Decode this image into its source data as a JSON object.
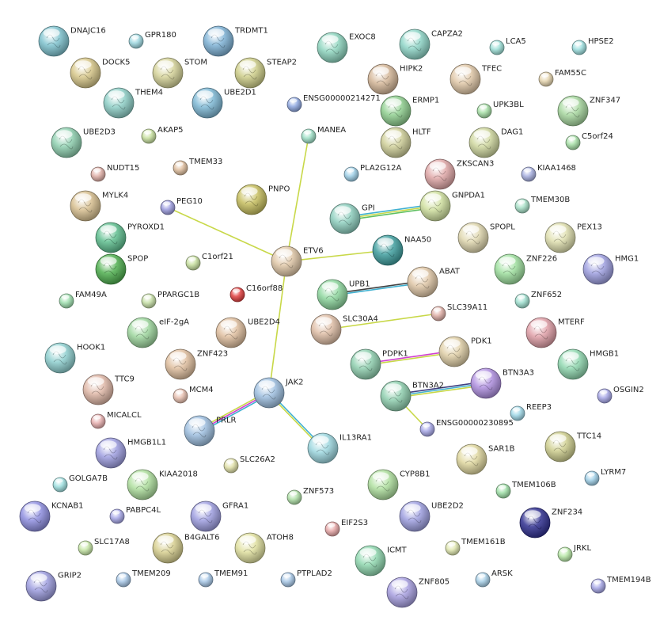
{
  "nodes": [
    {
      "id": "DNAJC16",
      "color": "#7fc3cf",
      "kind": "big"
    },
    {
      "id": "GPR180",
      "color": "#9fd8e0",
      "kind": "small"
    },
    {
      "id": "TRDMT1",
      "color": "#7fb3d6",
      "kind": "big"
    },
    {
      "id": "DOCK5",
      "color": "#d8c88a",
      "kind": "big"
    },
    {
      "id": "STOM",
      "color": "#d6d49a",
      "kind": "big"
    },
    {
      "id": "STEAP2",
      "color": "#cfcf8a",
      "kind": "big"
    },
    {
      "id": "THEM4",
      "color": "#8fd0c8",
      "kind": "big"
    },
    {
      "id": "UBE2D1",
      "color": "#7fb9d6",
      "kind": "big"
    },
    {
      "id": "EXOC8",
      "color": "#8fd6c0",
      "kind": "big"
    },
    {
      "id": "CAPZA2",
      "color": "#8fd6c8",
      "kind": "big"
    },
    {
      "id": "LCA5",
      "color": "#9fe0d8",
      "kind": "small"
    },
    {
      "id": "HPSE2",
      "color": "#9fe0e0",
      "kind": "small"
    },
    {
      "id": "HIPK2",
      "color": "#d6b89a",
      "kind": "big"
    },
    {
      "id": "TFEC",
      "color": "#e0c8a8",
      "kind": "big"
    },
    {
      "id": "FAM55C",
      "color": "#e6d6b0",
      "kind": "small"
    },
    {
      "id": "ENSG00000214271",
      "color": "#8fa8e0",
      "kind": "small"
    },
    {
      "id": "ERMP1",
      "color": "#90d090",
      "kind": "big"
    },
    {
      "id": "UPK3BL",
      "color": "#a8e0a8",
      "kind": "small"
    },
    {
      "id": "ZNF347",
      "color": "#a8d8a0",
      "kind": "big"
    },
    {
      "id": "UBE2D3",
      "color": "#8fd0b0",
      "kind": "big"
    },
    {
      "id": "AKAP5",
      "color": "#c8e0a0",
      "kind": "small"
    },
    {
      "id": "MANEA",
      "color": "#a0e0c8",
      "kind": "small"
    },
    {
      "id": "HLTF",
      "color": "#d0d09a",
      "kind": "big"
    },
    {
      "id": "DAG1",
      "color": "#d0d8a0",
      "kind": "big"
    },
    {
      "id": "C5orf24",
      "color": "#a8e0a8",
      "kind": "small"
    },
    {
      "id": "NUDT15",
      "color": "#e0b0a8",
      "kind": "small"
    },
    {
      "id": "TMEM33",
      "color": "#e0c0a0",
      "kind": "small"
    },
    {
      "id": "PLA2G12A",
      "color": "#9fd0e8",
      "kind": "small"
    },
    {
      "id": "ZKSCAN3",
      "color": "#e0a8a8",
      "kind": "big"
    },
    {
      "id": "KIAA1468",
      "color": "#a8b0e0",
      "kind": "small"
    },
    {
      "id": "MYLK4",
      "color": "#d8c090",
      "kind": "big"
    },
    {
      "id": "PNPO",
      "color": "#c8c060",
      "kind": "big"
    },
    {
      "id": "PEG10",
      "color": "#9f9fe0",
      "kind": "small"
    },
    {
      "id": "GPI",
      "color": "#8fd0c0",
      "kind": "big"
    },
    {
      "id": "GNPDA1",
      "color": "#d0e0a0",
      "kind": "big"
    },
    {
      "id": "TMEM30B",
      "color": "#a8e0c8",
      "kind": "small"
    },
    {
      "id": "PYROXD1",
      "color": "#60c090",
      "kind": "big"
    },
    {
      "id": "SPOPL",
      "color": "#e0d8b0",
      "kind": "big"
    },
    {
      "id": "PEX13",
      "color": "#e0e0b0",
      "kind": "big"
    },
    {
      "id": "SPOP",
      "color": "#50b050",
      "kind": "big"
    },
    {
      "id": "C1orf21",
      "color": "#c8e0a0",
      "kind": "small"
    },
    {
      "id": "ETV6",
      "color": "#e0c8a8",
      "kind": "big"
    },
    {
      "id": "NAA50",
      "color": "#40a0a0",
      "kind": "big"
    },
    {
      "id": "ZNF226",
      "color": "#a0e0a0",
      "kind": "big"
    },
    {
      "id": "HMG1",
      "color": "#9fa0e0",
      "kind": "big"
    },
    {
      "id": "C16orf88",
      "color": "#e04040",
      "kind": "small"
    },
    {
      "id": "UPB1",
      "color": "#8fd8a0",
      "kind": "big"
    },
    {
      "id": "ABAT",
      "color": "#e0c8a8",
      "kind": "big"
    },
    {
      "id": "ZNF652",
      "color": "#a0e0d0",
      "kind": "small"
    },
    {
      "id": "FAM49A",
      "color": "#a0e0b0",
      "kind": "small"
    },
    {
      "id": "PPARGC1B",
      "color": "#c8e0a8",
      "kind": "small"
    },
    {
      "id": "SLC39A11",
      "color": "#e0b0a8",
      "kind": "small"
    },
    {
      "id": "eIF-2gA",
      "color": "#a0d8a0",
      "kind": "big"
    },
    {
      "id": "UBE2D4",
      "color": "#e0c0a0",
      "kind": "big"
    },
    {
      "id": "SLC30A4",
      "color": "#e0c0a8",
      "kind": "big"
    },
    {
      "id": "MTERF",
      "color": "#e0a0a8",
      "kind": "big"
    },
    {
      "id": "HOOK1",
      "color": "#8fd0d0",
      "kind": "big"
    },
    {
      "id": "ZNF423",
      "color": "#e0c0a0",
      "kind": "big"
    },
    {
      "id": "PDK1",
      "color": "#e0d0a8",
      "kind": "big"
    },
    {
      "id": "PDPK1",
      "color": "#90d0b0",
      "kind": "big"
    },
    {
      "id": "HMGB1",
      "color": "#90d8b0",
      "kind": "big"
    },
    {
      "id": "TTC9",
      "color": "#e0b8a8",
      "kind": "big"
    },
    {
      "id": "JAK2",
      "color": "#9fc0e0",
      "kind": "big"
    },
    {
      "id": "BTN3A3",
      "color": "#b090e0",
      "kind": "big"
    },
    {
      "id": "MCM4",
      "color": "#e8c0b0",
      "kind": "small"
    },
    {
      "id": "OSGIN2",
      "color": "#a8a8e8",
      "kind": "small"
    },
    {
      "id": "BTN3A2",
      "color": "#90d0b0",
      "kind": "big"
    },
    {
      "id": "MICALCL",
      "color": "#e8b0b0",
      "kind": "small"
    },
    {
      "id": "REEP3",
      "color": "#a0d8e8",
      "kind": "small"
    },
    {
      "id": "PRLR",
      "color": "#9fc0e0",
      "kind": "big"
    },
    {
      "id": "ENSG00000230895",
      "color": "#a8a8e8",
      "kind": "small"
    },
    {
      "id": "HMGB1L1",
      "color": "#9f9fe0",
      "kind": "big"
    },
    {
      "id": "IL13RA1",
      "color": "#9fd8e0",
      "kind": "big"
    },
    {
      "id": "TTC14",
      "color": "#d0d090",
      "kind": "big"
    },
    {
      "id": "SLC26A2",
      "color": "#e0e0a8",
      "kind": "small"
    },
    {
      "id": "SAR1B",
      "color": "#e0d8a0",
      "kind": "big"
    },
    {
      "id": "GOLGA7B",
      "color": "#a0e0e0",
      "kind": "small"
    },
    {
      "id": "KIAA2018",
      "color": "#b0e0a0",
      "kind": "big"
    },
    {
      "id": "CYP8B1",
      "color": "#b0e0a0",
      "kind": "big"
    },
    {
      "id": "LYRM7",
      "color": "#a0d0e8",
      "kind": "small"
    },
    {
      "id": "TMEM106B",
      "color": "#a0e0a8",
      "kind": "small"
    },
    {
      "id": "KCNAB1",
      "color": "#8f8fe0",
      "kind": "big"
    },
    {
      "id": "PABPC4L",
      "color": "#a8a8e8",
      "kind": "small"
    },
    {
      "id": "GFRA1",
      "color": "#9f9fe0",
      "kind": "big"
    },
    {
      "id": "ZNF573",
      "color": "#b0e0a8",
      "kind": "small"
    },
    {
      "id": "UBE2D2",
      "color": "#9fa0e0",
      "kind": "big"
    },
    {
      "id": "ZNF234",
      "color": "#303090",
      "kind": "big"
    },
    {
      "id": "EIF2S3",
      "color": "#e8a8a8",
      "kind": "small"
    },
    {
      "id": "B4GALT6",
      "color": "#d8d090",
      "kind": "big"
    },
    {
      "id": "SLC17A8",
      "color": "#c8e8a8",
      "kind": "small"
    },
    {
      "id": "ATOH8",
      "color": "#e0e0a0",
      "kind": "big"
    },
    {
      "id": "ICMT",
      "color": "#90d8b0",
      "kind": "big"
    },
    {
      "id": "TMEM161B",
      "color": "#e0e8b0",
      "kind": "small"
    },
    {
      "id": "JRKL",
      "color": "#b8e8a8",
      "kind": "small"
    },
    {
      "id": "GRIP2",
      "color": "#9f9fe0",
      "kind": "big"
    },
    {
      "id": "TMEM209",
      "color": "#a8c8e8",
      "kind": "small"
    },
    {
      "id": "TMEM91",
      "color": "#a8c8e8",
      "kind": "small"
    },
    {
      "id": "PTPLAD2",
      "color": "#a8c8e8",
      "kind": "small"
    },
    {
      "id": "ZNF805",
      "color": "#a8a0e0",
      "kind": "big"
    },
    {
      "id": "ARSK",
      "color": "#a8d0e8",
      "kind": "small"
    },
    {
      "id": "TMEM194B",
      "color": "#a8a8e8",
      "kind": "small"
    }
  ],
  "edges": [
    {
      "a": "ETV6",
      "b": "MANEA",
      "colors": [
        "#c8d848"
      ]
    },
    {
      "a": "ETV6",
      "b": "PEG10",
      "colors": [
        "#c8d848"
      ]
    },
    {
      "a": "ETV6",
      "b": "NAA50",
      "colors": [
        "#c8d848"
      ]
    },
    {
      "a": "ETV6",
      "b": "JAK2",
      "colors": [
        "#c8d848"
      ]
    },
    {
      "a": "GPI",
      "b": "GNPDA1",
      "colors": [
        "#40b0d0",
        "#c8d848",
        "#60c060"
      ]
    },
    {
      "a": "UPB1",
      "b": "ABAT",
      "colors": [
        "#404040",
        "#40b0d0"
      ]
    },
    {
      "a": "SLC30A4",
      "b": "SLC39A11",
      "colors": [
        "#c8d848"
      ]
    },
    {
      "a": "PDPK1",
      "b": "PDK1",
      "colors": [
        "#d040d0",
        "#c8d848"
      ]
    },
    {
      "a": "BTN3A2",
      "b": "BTN3A3",
      "colors": [
        "#404080",
        "#40b0d0",
        "#c8d848"
      ]
    },
    {
      "a": "BTN3A2",
      "b": "ENSG00000230895",
      "colors": [
        "#c8d848"
      ]
    },
    {
      "a": "JAK2",
      "b": "PRLR",
      "colors": [
        "#40b0d0",
        "#d040d0",
        "#c8d848"
      ]
    },
    {
      "a": "JAK2",
      "b": "IL13RA1",
      "colors": [
        "#40b0d0",
        "#c8d848"
      ]
    }
  ]
}
